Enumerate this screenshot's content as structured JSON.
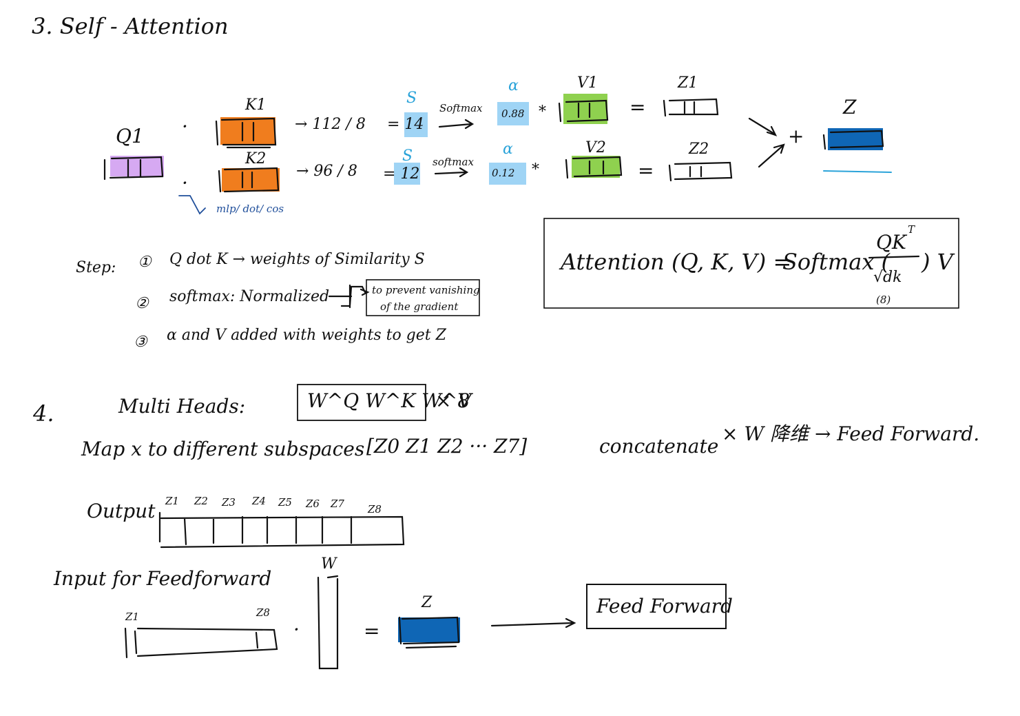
{
  "section3": {
    "title": "3. Self - Attention",
    "q1": "Q1",
    "dot": "·",
    "k1": "K1",
    "k2": "K2",
    "arrow_score1": "→ 112 / 8",
    "arrow_score2": "→ 96 / 8",
    "s_label1": "S",
    "s_label2": "S",
    "s_value1": "= 14",
    "s_value2": "= 12",
    "softmax1": "Softmax",
    "softmax2": "softmax",
    "a_label1": "α",
    "a_label2": "α",
    "a_value1": "0.88",
    "a_value2": "0.12",
    "times": "*",
    "v1": "V1",
    "v2": "V2",
    "equals": "=",
    "z1": "Z1",
    "z2": "Z2",
    "plus": "+",
    "z": "Z",
    "dot_note": "mlp/ dot/ cos"
  },
  "formula": {
    "lhs": "Attention (Q, K, V) =",
    "softmax": "Softmax (",
    "numerator": "QK",
    "sup": "T",
    "denominator": "√dk",
    "denominator_note": "(8)",
    "tail": ") V"
  },
  "steps": {
    "label": "Step:",
    "step1_num": "①",
    "step1": "Q dot K → weights of Similarity   S",
    "step2_num": "②",
    "step2": "softmax: Normalized",
    "step2_note_line1": "to prevent vanishing",
    "step2_note_line2": "of the gradient",
    "step3_num": "③",
    "step3": "α and V added with weights to get Z"
  },
  "section4": {
    "title": "4.",
    "heading": "Multi Heads:",
    "weights": "W^Q  W^K  W^V",
    "times8": "× 8",
    "line2": "Map x to different subspaces",
    "vector": "[Z0   Z1   Z2  ···  Z7]",
    "concat": "concatenate",
    "tail": "× W 降维 → Feed Forward.",
    "output_label": "Output",
    "output_cells": [
      "Z1",
      "Z2",
      "Z3",
      "Z4",
      "Z5",
      "Z6",
      "Z7",
      "Z8"
    ],
    "input_label": "Input for Feedforward",
    "input_left": "Z1",
    "input_right": "Z8",
    "dot": "·",
    "w_label": "W",
    "equals": "=",
    "z_label": "Z",
    "ff_box": "Feed Forward"
  },
  "colors": {
    "q_purple": "#d6a9f2",
    "k_orange": "#f07d1e",
    "s_blue": "#9fd4f5",
    "v_green": "#8fd14f",
    "z_blue": "#0f66b5",
    "note_blue": "#1f4e9a",
    "ink": "#111111"
  }
}
